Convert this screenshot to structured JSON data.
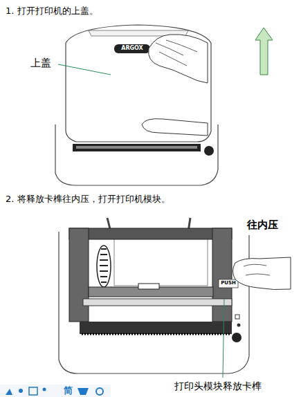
{
  "diagram": {
    "labels": [
      "1. 打开打印机的上盖。",
      "上盖",
      "ARGOX",
      "2. 将释放卡榫往内压，打开打印机模块。",
      "往内压",
      "PUSH",
      "打印头模块释放卡榫",
      "简"
    ]
  }
}
